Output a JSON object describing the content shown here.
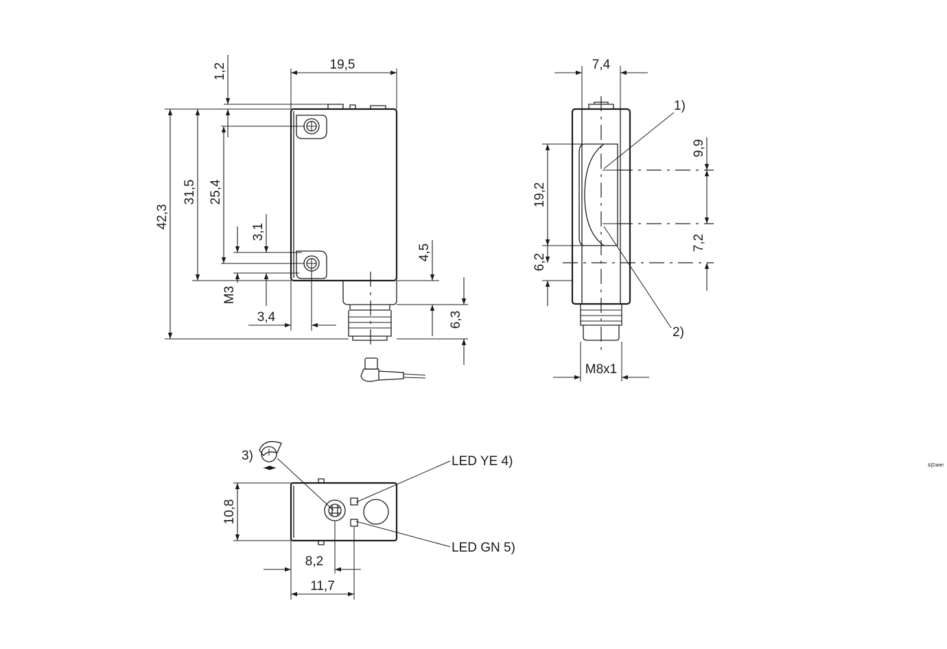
{
  "front_view": {
    "width_label": "19,5",
    "offset_top_label": "1,2",
    "height_total_label": "42,3",
    "height_body_label": "31,5",
    "hole_spacing_label": "25,4",
    "hole_offset_label": "3,1",
    "thread_label": "M3",
    "hole_x_label": "3,4",
    "connector_offset_label": "4,5",
    "connector_length_label": "6,3"
  },
  "side_view": {
    "width_label": "7,4",
    "lens_height_label": "19,2",
    "bottom_offset_label": "6,2",
    "upper_axis_label": "9,9",
    "lower_axis_label": "7,2",
    "thread_label": "M8x1",
    "callout_1": "1)",
    "callout_2": "2)"
  },
  "top_view": {
    "height_label": "10,8",
    "pot_position_label": "8,2",
    "led_position_label": "11,7",
    "callout_3": "3)",
    "led_ye_label": "LED YE 4)",
    "led_gn_label": "LED GN 5)"
  },
  "footer_note": "&[Datei"
}
